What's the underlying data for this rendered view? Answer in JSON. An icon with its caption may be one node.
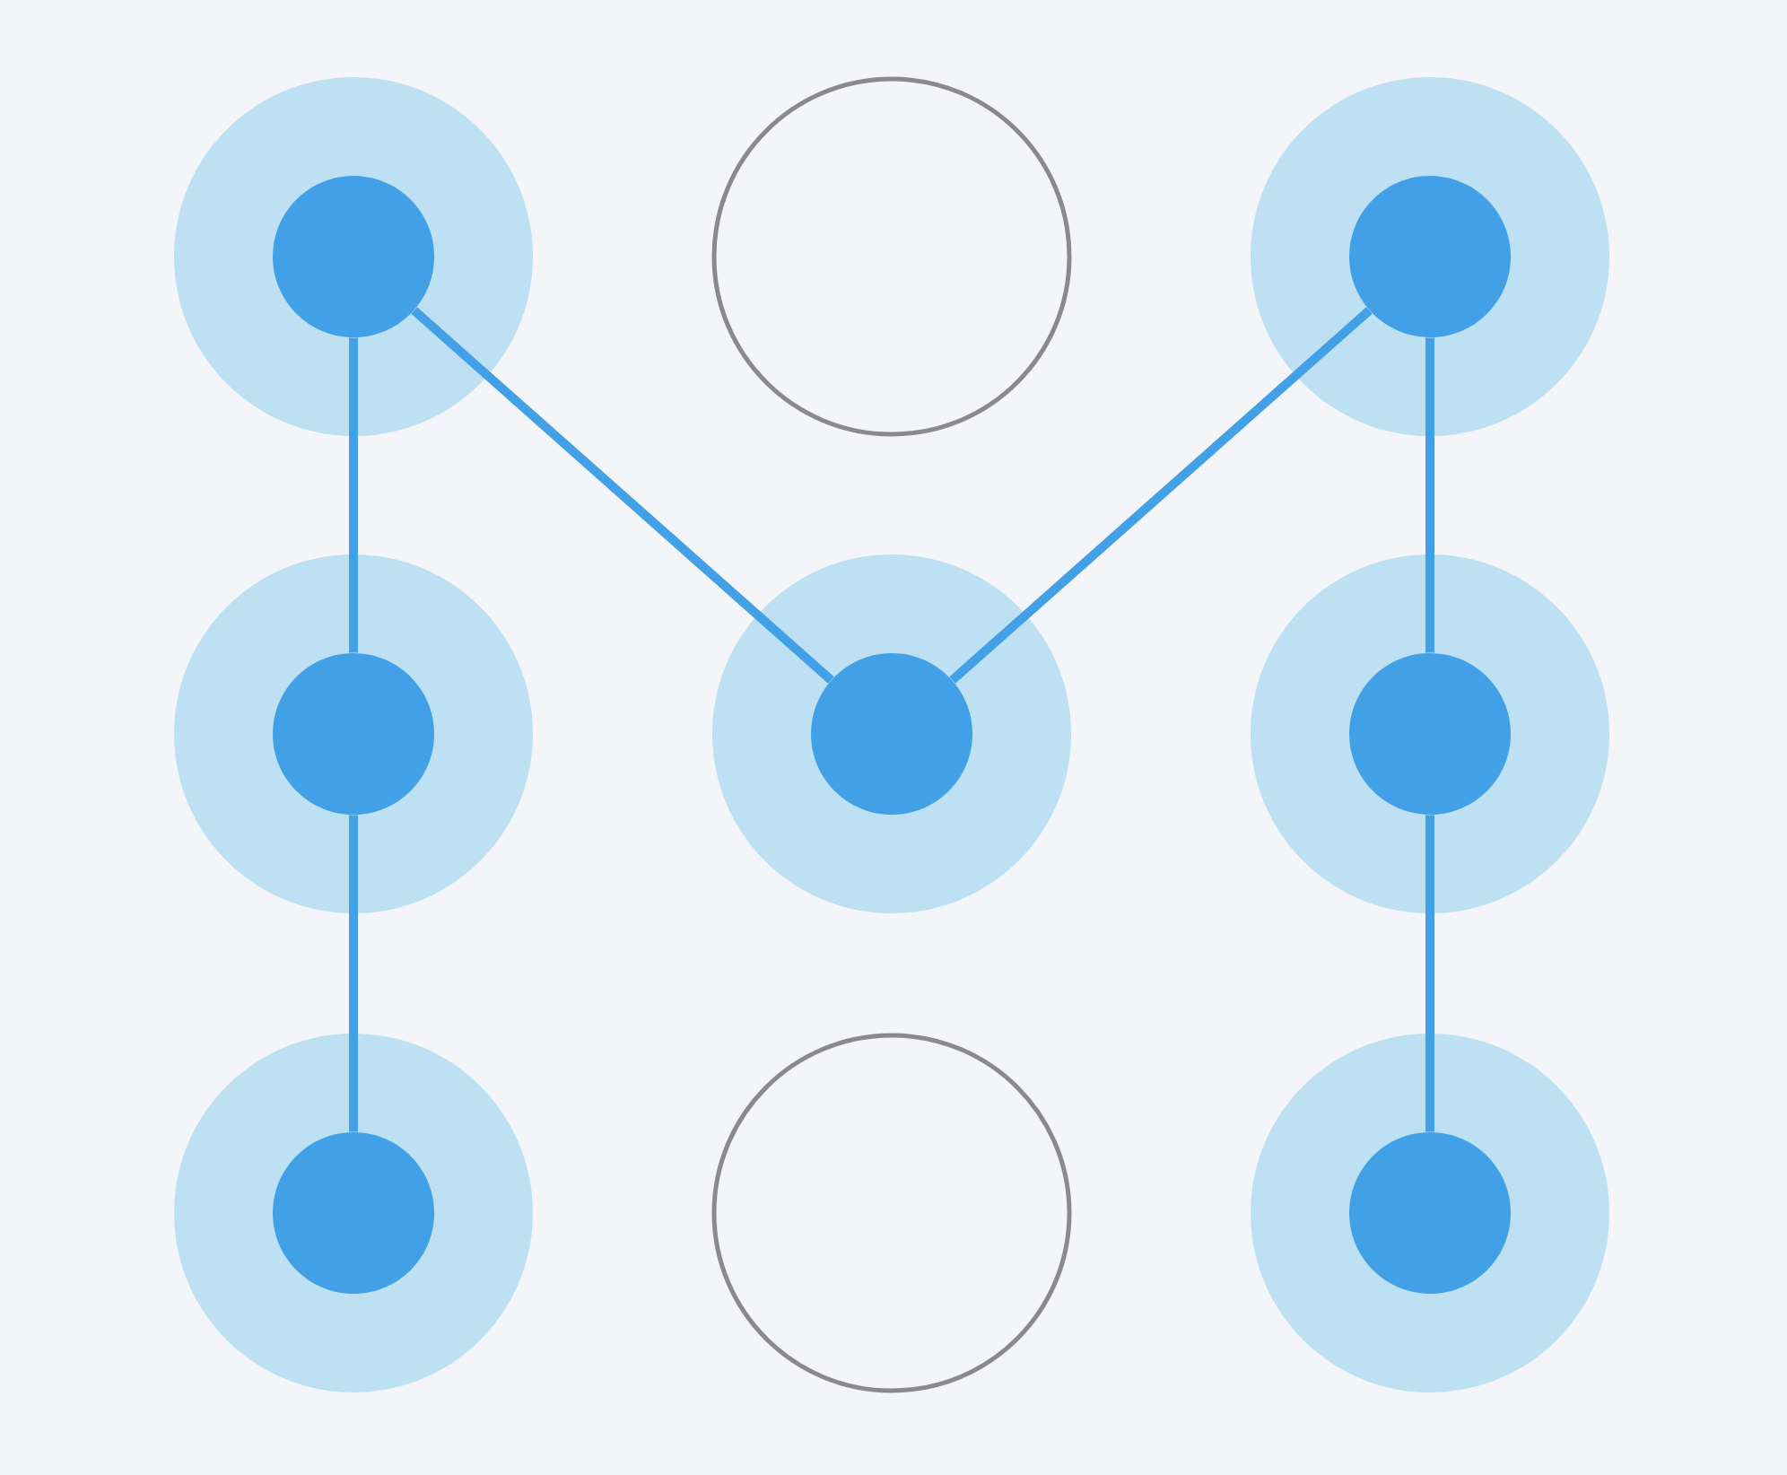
{
  "diagram": {
    "nodes": [
      {
        "text": [],
        "shape": "circle"
      },
      {
        "text": [],
        "shape": "circle"
      },
      {
        "text": [],
        "shape": "circle"
      },
      {
        "text": [],
        "shape": "circle"
      },
      {
        "text": [],
        "shape": "circle"
      },
      {
        "text": [],
        "shape": "circle"
      },
      {
        "text": [],
        "shape": "circle"
      },
      {
        "text": [],
        "shape": "circle"
      },
      {
        "text": [],
        "shape": "circle"
      }
    ],
    "edges": [
      {
        "from": 0,
        "to": 3,
        "arrow": "none"
      },
      {
        "from": 3,
        "to": 6,
        "arrow": "none"
      },
      {
        "from": 0,
        "to": 4,
        "arrow": "none"
      },
      {
        "from": 4,
        "to": 2,
        "arrow": "none"
      },
      {
        "from": 2,
        "to": 5,
        "arrow": "none"
      },
      {
        "from": 5,
        "to": 8,
        "arrow": "none"
      }
    ]
  }
}
